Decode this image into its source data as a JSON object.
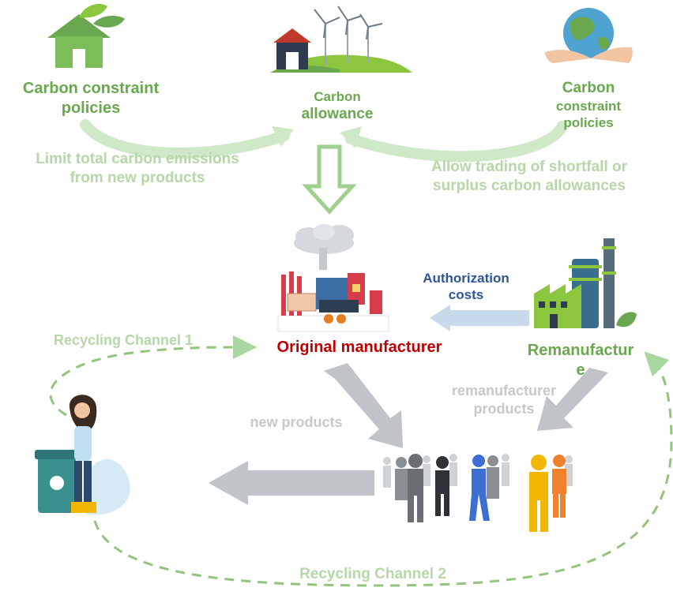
{
  "top": {
    "left_policy": [
      "Carbon constraint",
      "policies"
    ],
    "center_allowance": [
      "Carbon",
      "allowance"
    ],
    "right_policy": [
      "Carbon",
      "constraint",
      "policies"
    ],
    "left_note": [
      "Limit total carbon emissions",
      "from new products"
    ],
    "right_note": [
      "Allow trading of shortfall or",
      "surplus carbon allowances"
    ]
  },
  "middle": {
    "authorization": [
      "Authorization",
      "costs"
    ],
    "original_manufacturer": "Original manufacturer",
    "remanufacturer": [
      "Remanufactur",
      "e"
    ],
    "recycling_channel_1": "Recycling Channel 1"
  },
  "bottom": {
    "new_products": "new products",
    "reman_products": [
      "remanufacturer",
      "products"
    ],
    "recycling_channel_2": "Recycling Channel 2"
  },
  "colors": {
    "green_dark": "#6aa84f",
    "green_light": "#b6d7a8",
    "dashed_green": "#93c47d",
    "gray_arrow": "#c0c4c8",
    "blue_arrow": "#c9d9ec",
    "original_red": "#c00000",
    "auth_blue": "#2f5597"
  }
}
